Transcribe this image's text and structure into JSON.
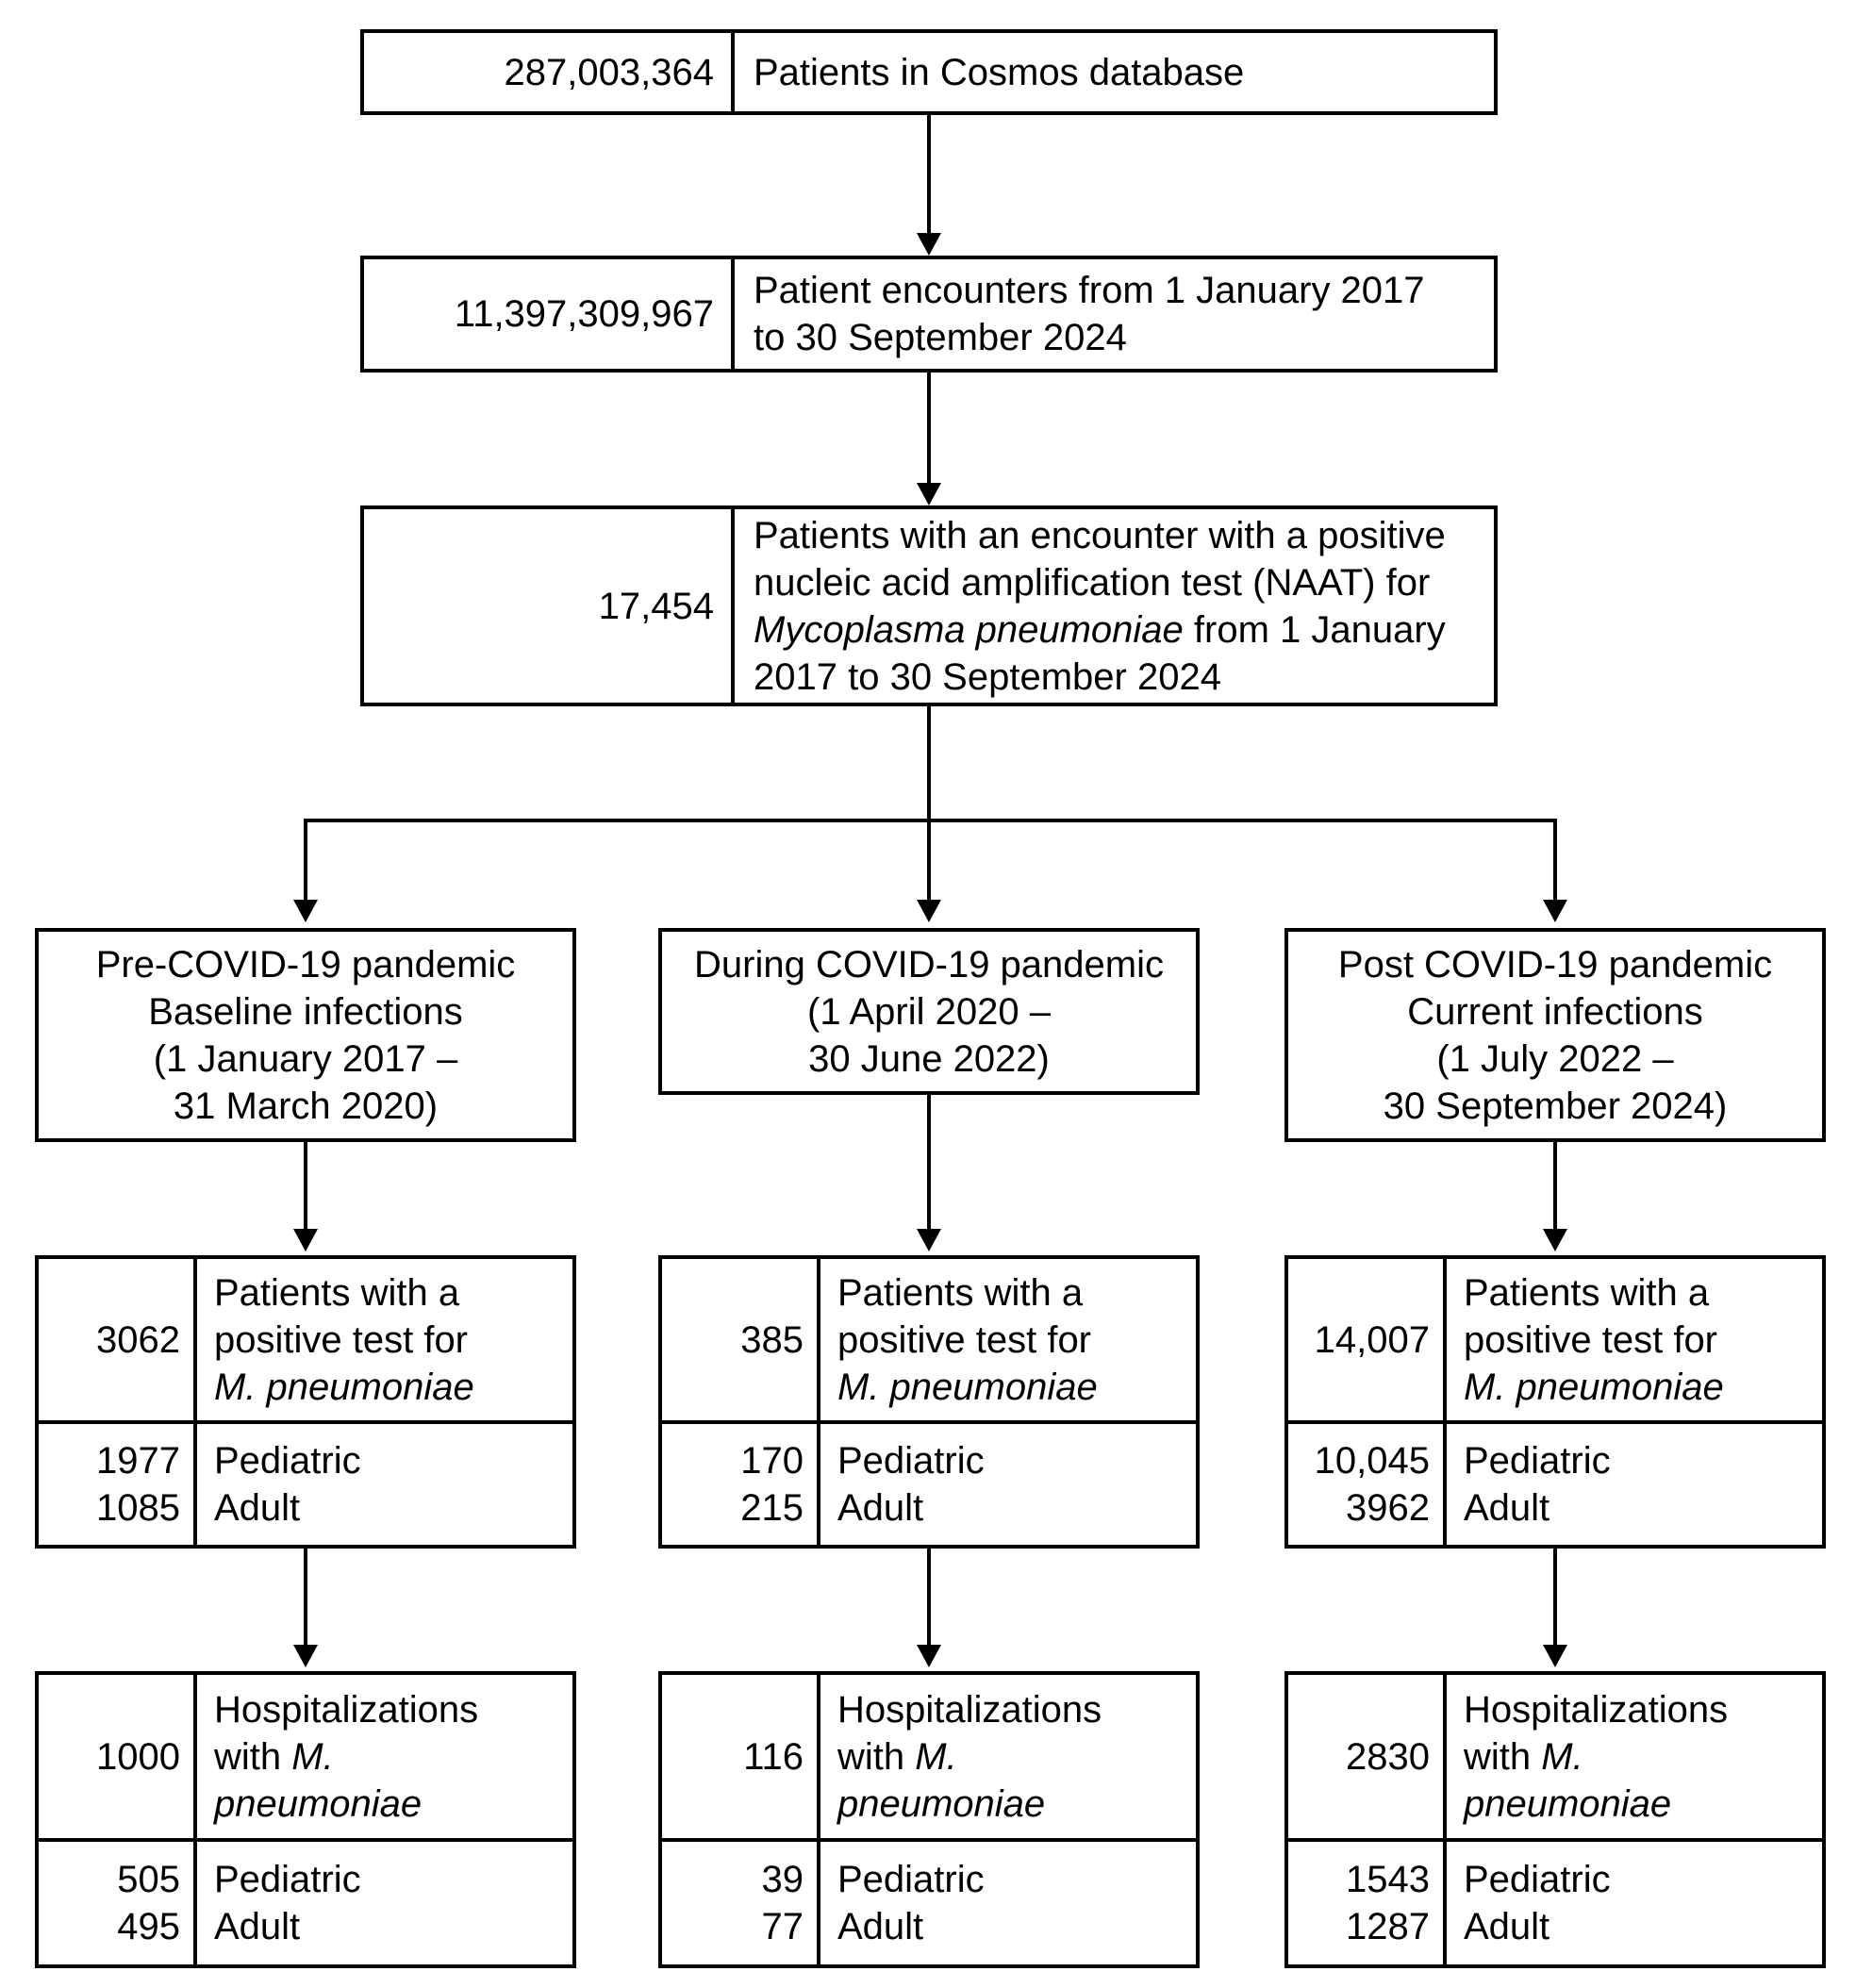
{
  "top_boxes": [
    {
      "count": "287,003,364",
      "lines": [
        {
          "pre": "Patients in Cosmos database"
        }
      ]
    },
    {
      "count": "11,397,309,967",
      "lines": [
        {
          "pre": "Patient encounters from 1 January 2017"
        },
        {
          "pre": "to 30 September 2024"
        }
      ]
    },
    {
      "count": "17,454",
      "lines": [
        {
          "pre": "Patients with an encounter with a positive"
        },
        {
          "pre": "nucleic acid amplification test (NAAT) for"
        },
        {
          "it": "Mycoplasma pneumoniae",
          "post": " from 1 January"
        },
        {
          "pre": "2017 to 30 September 2024"
        }
      ]
    }
  ],
  "periods": [
    {
      "header_lines": [
        "Pre-COVID-19 pandemic",
        "Baseline infections",
        "(1 January 2017 –",
        "31 March 2020)"
      ],
      "positive": {
        "count": "3062",
        "lines": [
          {
            "pre": "Patients with a"
          },
          {
            "pre": "positive test for"
          },
          {
            "it": "M. pneumoniae"
          }
        ],
        "pediatric_count": "1977",
        "adult_count": "1085",
        "pediatric_label": "Pediatric",
        "adult_label": "Adult"
      },
      "hospitalizations": {
        "count": "1000",
        "lines": [
          {
            "pre": "Hospitalizations"
          },
          {
            "pre": "with ",
            "it": "M."
          },
          {
            "it": "pneumoniae"
          }
        ],
        "pediatric_count": "505",
        "adult_count": "495",
        "pediatric_label": "Pediatric",
        "adult_label": "Adult"
      }
    },
    {
      "header_lines": [
        "During COVID-19 pandemic",
        "(1 April 2020 –",
        "30 June 2022)"
      ],
      "positive": {
        "count": "385",
        "lines": [
          {
            "pre": "Patients with a"
          },
          {
            "pre": "positive test for"
          },
          {
            "it": "M. pneumoniae"
          }
        ],
        "pediatric_count": "170",
        "adult_count": "215",
        "pediatric_label": "Pediatric",
        "adult_label": "Adult"
      },
      "hospitalizations": {
        "count": "116",
        "lines": [
          {
            "pre": "Hospitalizations"
          },
          {
            "pre": "with ",
            "it": "M."
          },
          {
            "it": "pneumoniae"
          }
        ],
        "pediatric_count": "39",
        "adult_count": "77",
        "pediatric_label": "Pediatric",
        "adult_label": "Adult"
      }
    },
    {
      "header_lines": [
        "Post COVID-19 pandemic",
        "Current infections",
        "(1 July 2022 –",
        "30 September 2024)"
      ],
      "positive": {
        "count": "14,007",
        "lines": [
          {
            "pre": "Patients with a"
          },
          {
            "pre": "positive test for"
          },
          {
            "it": "M. pneumoniae"
          }
        ],
        "pediatric_count": "10,045",
        "adult_count": "3962",
        "pediatric_label": "Pediatric",
        "adult_label": "Adult"
      },
      "hospitalizations": {
        "count": "2830",
        "lines": [
          {
            "pre": "Hospitalizations"
          },
          {
            "pre": "with ",
            "it": "M."
          },
          {
            "it": "pneumoniae"
          }
        ],
        "pediatric_count": "1543",
        "adult_count": "1287",
        "pediatric_label": "Pediatric",
        "adult_label": "Adult"
      }
    }
  ],
  "colors": {
    "line": "#000000",
    "background": "#ffffff",
    "text": "#000000"
  }
}
